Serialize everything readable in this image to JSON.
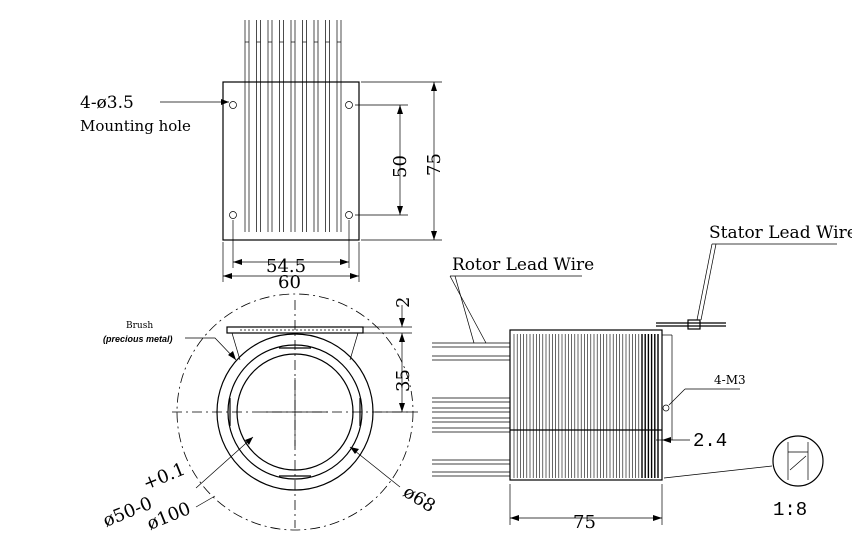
{
  "top_view": {
    "mounting_hole_size": "4-ø3.5",
    "mounting_hole_label": "Mounting hole",
    "dim_hole_spacing_vertical": "50",
    "dim_height": "75",
    "dim_hole_spacing_horizontal": "54.5",
    "dim_width": "60"
  },
  "front_view": {
    "brush_label": "Brush",
    "brush_note": "(precious metal)",
    "dim_thickness": "2",
    "dim_offset": "35",
    "tolerance_upper": "+0.1",
    "dim_bore": "ø50-0",
    "dim_outer": "ø100",
    "dim_ring": "ø68"
  },
  "side_view": {
    "rotor_lead_wire": "Rotor Lead Wire",
    "stator_lead_wire": "Stator Lead Wire",
    "thread_callout": "4-M3",
    "dim_gap": "2.4",
    "dim_length": "75",
    "scale": "1:8"
  }
}
